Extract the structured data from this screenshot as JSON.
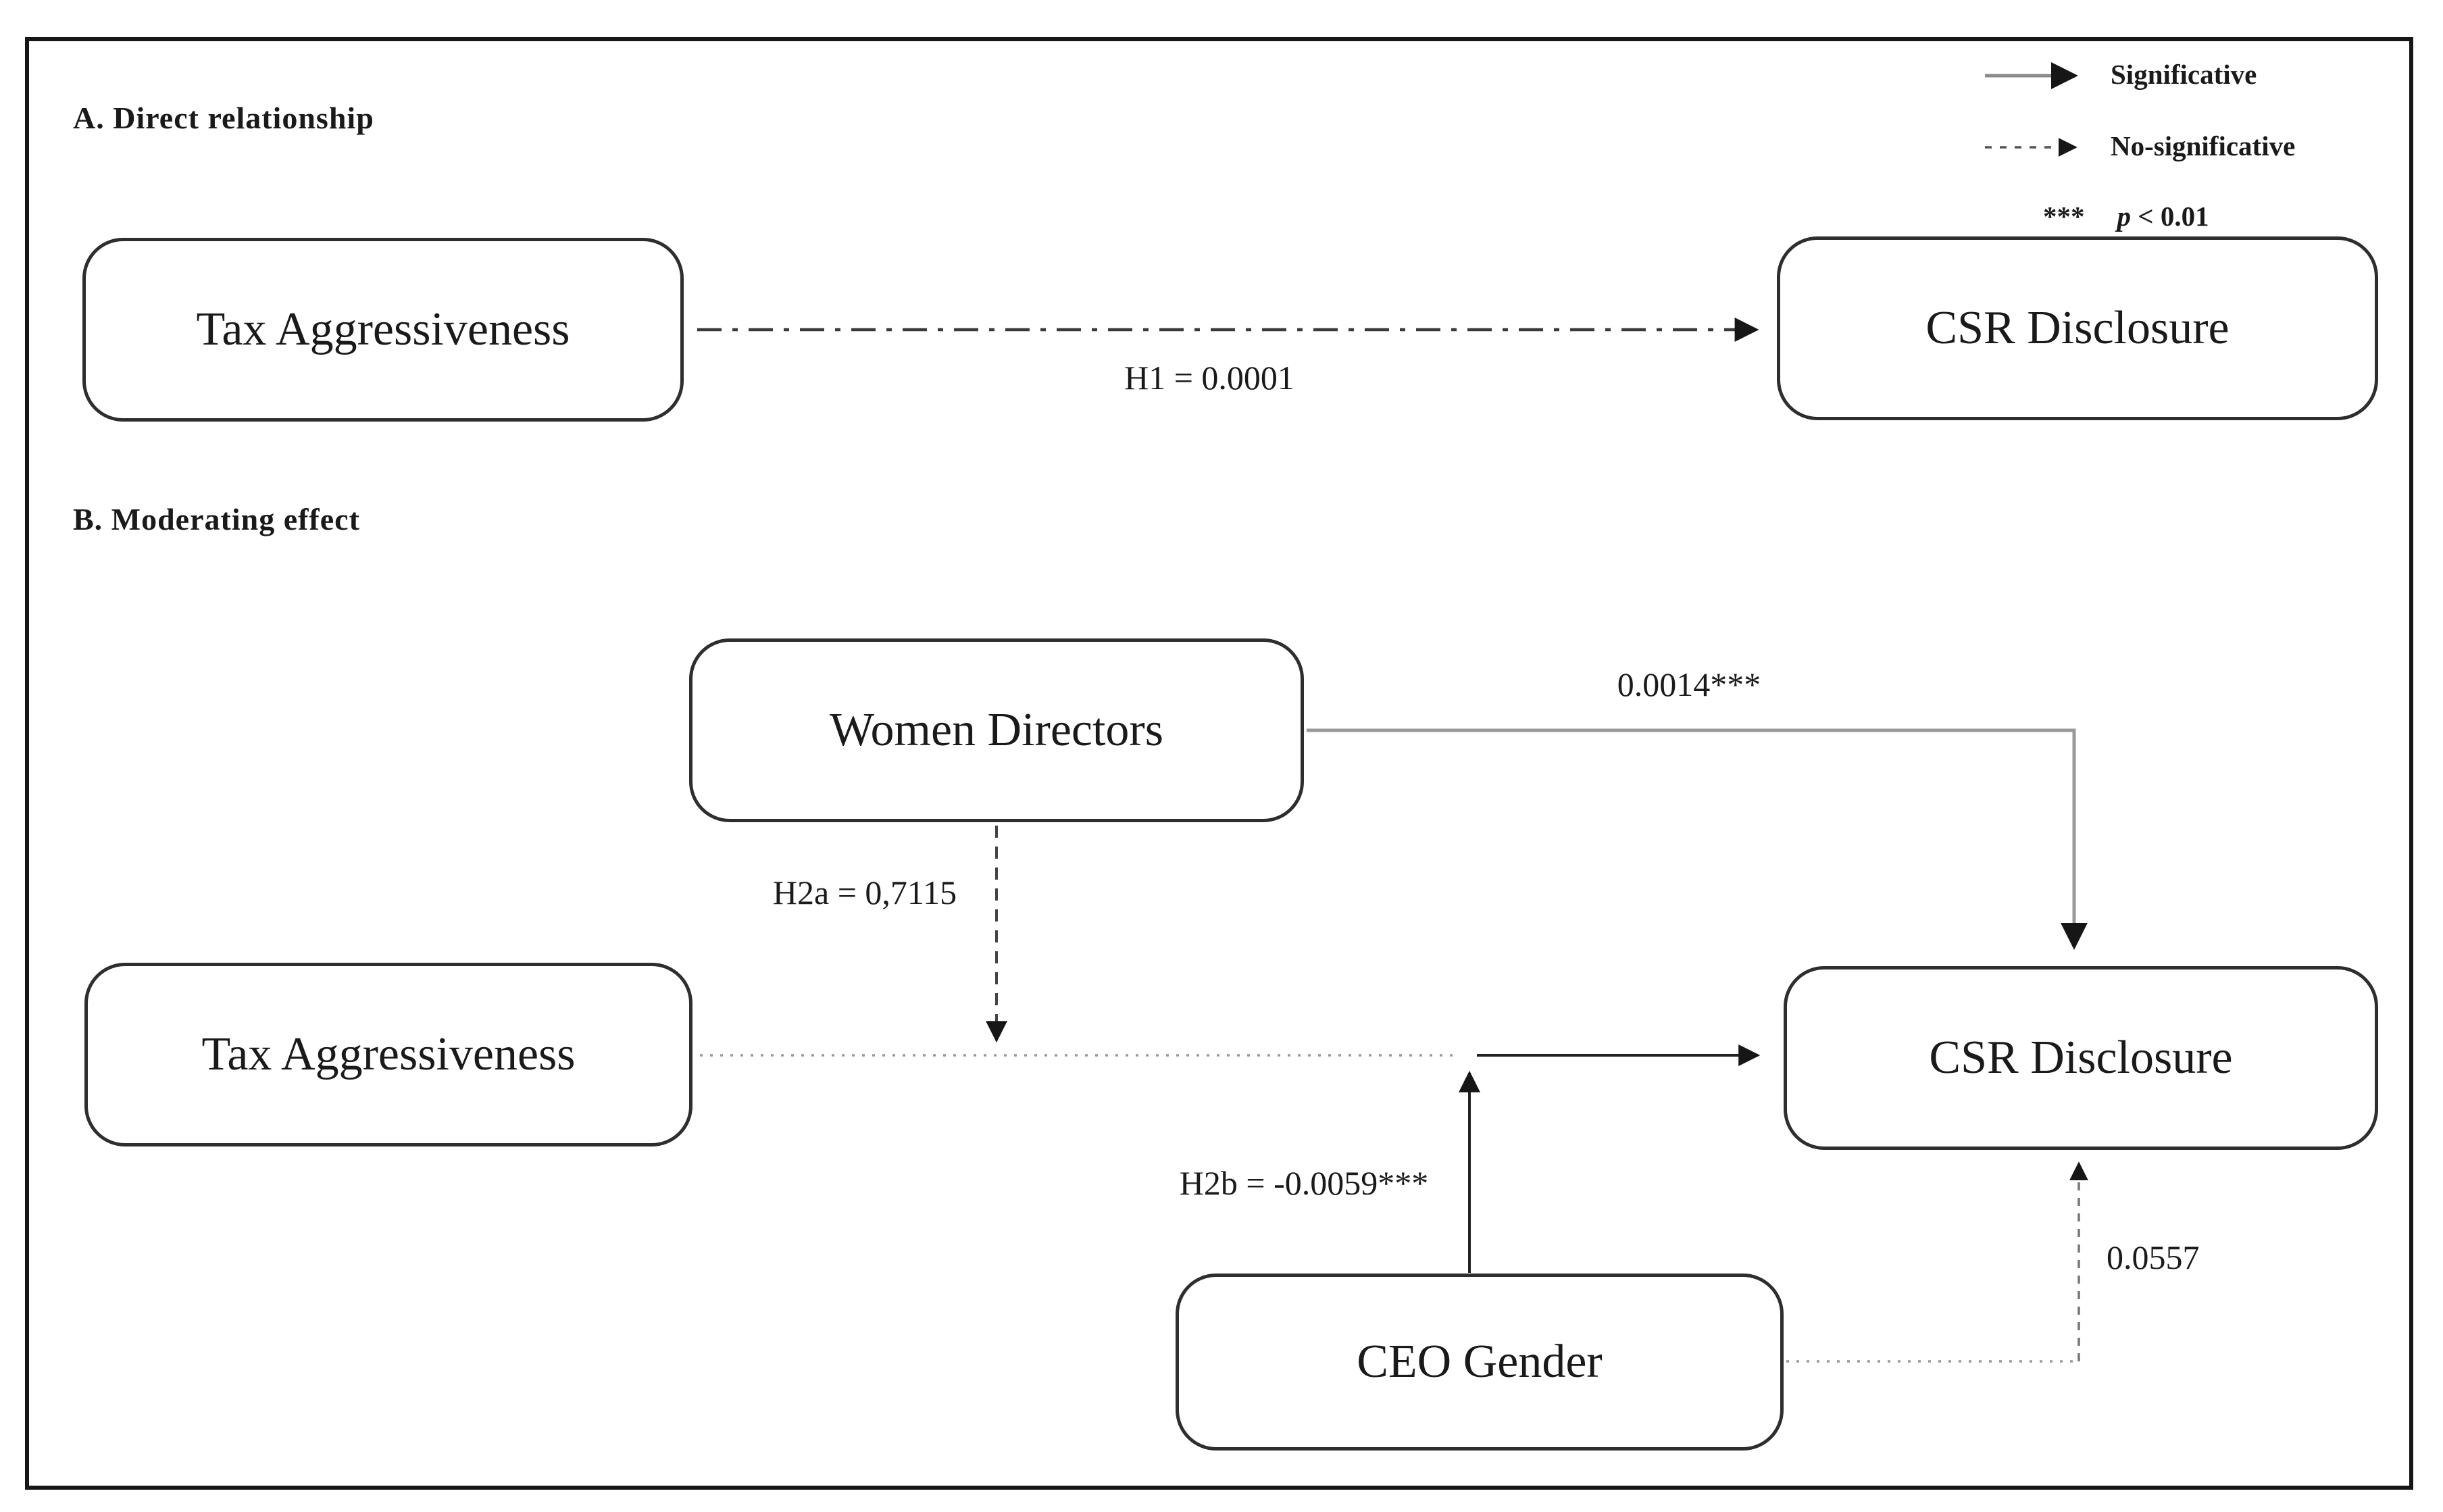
{
  "figure": {
    "legend": {
      "significant": "Significative",
      "nonsignificant": "No-significative",
      "stars": "***",
      "p_symbol": "p",
      "p_threshold": "< 0.01"
    },
    "panel_a": {
      "title": "A. Direct relationship",
      "tax_box": "Tax Aggressiveness",
      "csr_box": "CSR Disclosure",
      "h1_coefficient": "H1 = 0.0001"
    },
    "panel_b": {
      "title": "B. Moderating effect",
      "women_box": "Women Directors",
      "tax_box": "Tax Aggressiveness",
      "csr_box": "CSR Disclosure",
      "ceo_box": "CEO Gender",
      "h2a_coefficient": "H2a = 0,7115",
      "h2b_coefficient": "H2b = -0.0059***",
      "women_csr_coefficient": "0.0014***",
      "ceo_csr_coefficient": "0.0557"
    },
    "colors": {
      "line_dark": "#222222",
      "line_gray": "#999999",
      "box_border": "#2e2e2e",
      "text": "#1a1a1a"
    }
  }
}
